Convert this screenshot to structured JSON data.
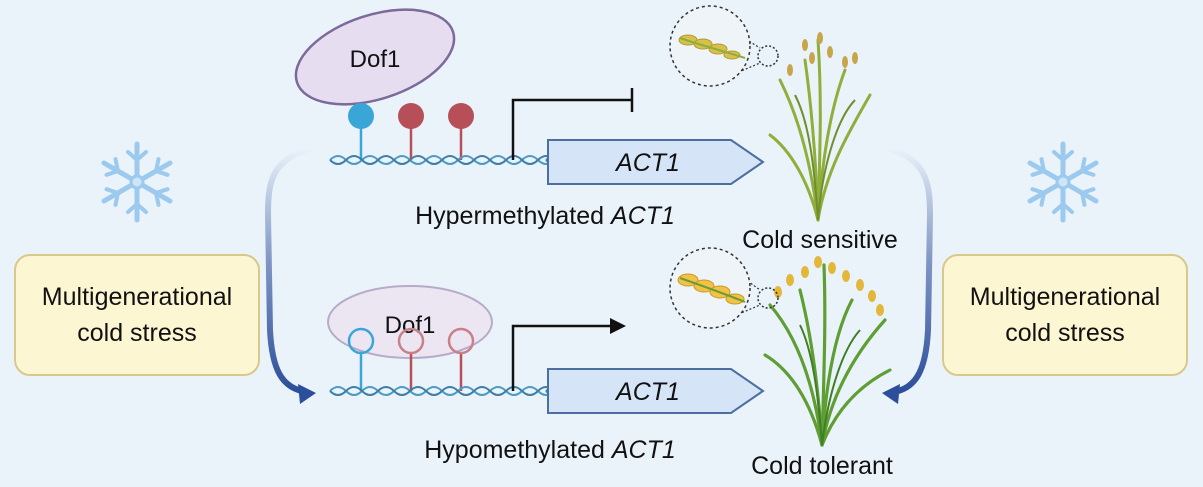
{
  "stress": {
    "left": {
      "line1": "Multigenerational",
      "line2": "cold stress"
    },
    "right": {
      "line1": "Multigenerational",
      "line2": "cold stress"
    }
  },
  "top": {
    "protein": "Dof1",
    "gene": "ACT1",
    "state_prefix": "Hypermethylated ",
    "state_gene": "ACT1",
    "phenotype": "Cold sensitive"
  },
  "bottom": {
    "protein": "Dof1",
    "gene": "ACT1",
    "state_prefix": "Hypomethylated ",
    "state_gene": "ACT1",
    "phenotype": "Cold tolerant"
  },
  "colors": {
    "background": "#eaf3fa",
    "protein_fill": "#e6def0",
    "protein_stroke": "#7b6a9a",
    "methyl_blue": "#3aa6d8",
    "methyl_red": "#b64f57",
    "gene_fill": "#d5e4f7",
    "snowflake": "#9cc9ee",
    "arrow": "#2d4e9a",
    "stress_fill": "#fdf6d3"
  },
  "icons": [
    "snowflake-icon",
    "rice-plant-icon",
    "dna-strand-icon",
    "magnifier-inset-icon"
  ]
}
